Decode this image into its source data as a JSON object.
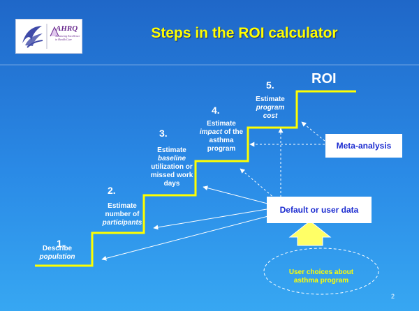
{
  "slide": {
    "title": "Steps in the ROI calculator",
    "logo_text": "AHRQ",
    "logo_tagline": "Advancing Excellence in Health Care",
    "page_number": "2"
  },
  "steps": [
    {
      "number": "1.",
      "pre": "Describe",
      "em": "population",
      "post": ""
    },
    {
      "number": "2.",
      "pre": "Estimate number of",
      "em": "participants",
      "post": ""
    },
    {
      "number": "3.",
      "pre": "Estimate",
      "em": "baseline",
      "post": "utilization or missed work days"
    },
    {
      "number": "4.",
      "pre": "Estimate",
      "em": "impact",
      "post": "of the asthma program"
    },
    {
      "number": "5.",
      "pre": "Estimate",
      "em": "program cost",
      "post": ""
    }
  ],
  "roi_label": "ROI",
  "boxes": {
    "meta_analysis": "Meta-analysis",
    "default_user_data": "Default or user data"
  },
  "user_choices": "User choices about asthma program",
  "colors": {
    "staircase": "#ffff00",
    "title": "#ffff00",
    "box_text": "#1b2bd0",
    "arrow_fill": "#ffff66"
  },
  "icons": [
    "hhs-eagle-icon",
    "up-arrow-icon"
  ]
}
